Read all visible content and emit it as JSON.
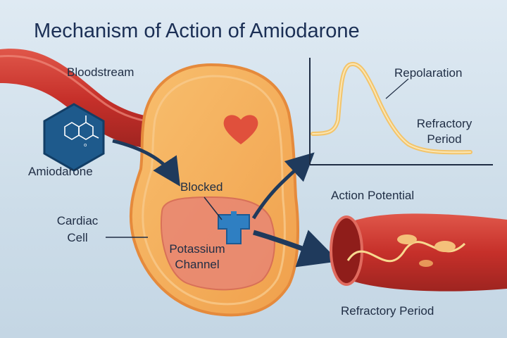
{
  "title": "Mechanism of Action of Amiodarone",
  "labels": {
    "bloodstream": "Bloodstream",
    "amiodarone": "Amiodarone",
    "cardiac_cell_line1": "Cardiac",
    "cardiac_cell_line2": "Cell",
    "blocked": "Blocked",
    "potassium_line1": "Potassium",
    "potassium_line2": "Channel",
    "repolarization": "Repolaration",
    "refractory_line1": "Refractory",
    "refractory_line2": "Period",
    "action_potential": "Action Potential",
    "refractory_bottom": "Refractory Period"
  },
  "icons": [
    "heart-icon",
    "molecule-icon",
    "potassium-channel-icon"
  ],
  "colors": {
    "title": "#1b2f55",
    "cell_fill": "#f6b15e",
    "vessel": "#c9352b",
    "arrow": "#1f3a5c",
    "heart": "#e0503c",
    "channel": "#2f7fc2",
    "curve": "#f3c46a"
  }
}
